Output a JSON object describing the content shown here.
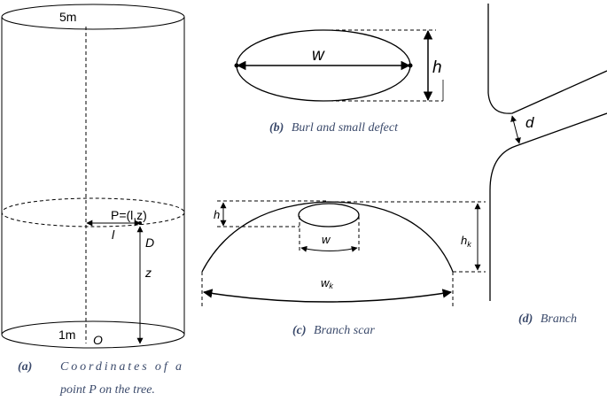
{
  "panel_a": {
    "top_label": "5m",
    "point_label": "P=(l,z)",
    "l_label": "l",
    "d_label": "D",
    "z_label": "z",
    "bottom_label": "1m",
    "origin_label": "O",
    "caption_tag": "(a)",
    "caption_line1": "Coordinates of a",
    "caption_line2": "point P on the tree."
  },
  "panel_b": {
    "w_label": "w",
    "h_label": "h",
    "caption_tag": "(b)",
    "caption_text": "Burl and small defect"
  },
  "panel_c": {
    "h_label": "h",
    "w_label": "w",
    "hk_label": "h",
    "hk_sub": "k",
    "wk_label": "w",
    "wk_sub": "k",
    "caption_tag": "(c)",
    "caption_text": "Branch scar"
  },
  "panel_d": {
    "d_label": "d",
    "caption_tag": "(d)",
    "caption_text": "Branch"
  }
}
